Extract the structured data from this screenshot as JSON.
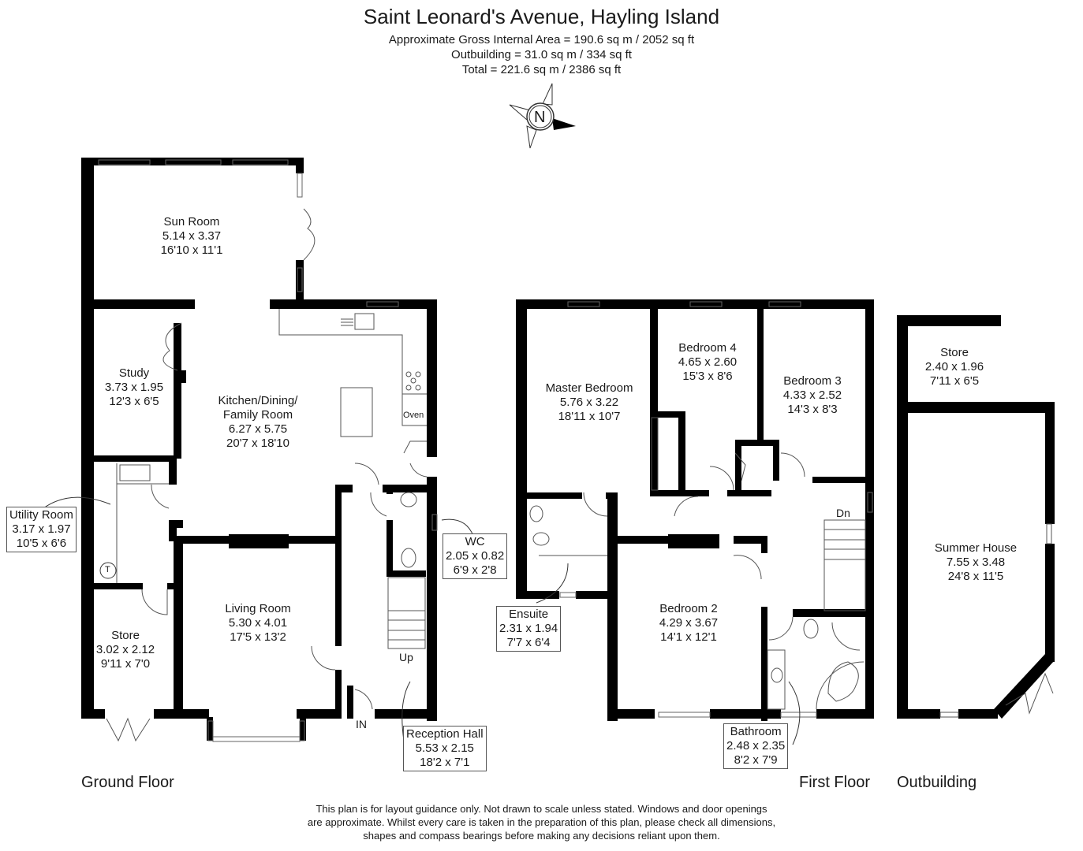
{
  "header": {
    "title": "Saint Leonard's Avenue, Hayling Island",
    "gross_internal_area": "Approximate Gross Internal Area = 190.6 sq m / 2052 sq ft",
    "outbuilding_area": "Outbuilding = 31.0 sq m / 334 sq ft",
    "total_area": "Total = 221.6 sq m / 2386 sq ft"
  },
  "compass": {
    "label": "N",
    "icon": "north-compass-icon"
  },
  "floors": {
    "ground": "Ground Floor",
    "first": "First Floor",
    "outbuilding": "Outbuilding"
  },
  "rooms": {
    "sun_room": {
      "name": "Sun Room",
      "metric": "5.14 x 3.37",
      "imperial": "16'10 x 11'1"
    },
    "study": {
      "name": "Study",
      "metric": "3.73 x 1.95",
      "imperial": "12'3 x 6'5"
    },
    "kitchen": {
      "name1": "Kitchen/Dining/",
      "name2": "Family Room",
      "metric": "6.27 x 5.75",
      "imperial": "20'7 x 18'10"
    },
    "utility": {
      "name": "Utility Room",
      "metric": "3.17 x 1.97",
      "imperial": "10'5 x 6'6"
    },
    "store_ground": {
      "name": "Store",
      "metric": "3.02 x 2.12",
      "imperial": "9'11 x 7'0"
    },
    "living": {
      "name": "Living Room",
      "metric": "5.30 x 4.01",
      "imperial": "17'5 x 13'2"
    },
    "wc": {
      "name": "WC",
      "metric": "2.05 x 0.82",
      "imperial": "6'9 x 2'8"
    },
    "reception": {
      "name": "Reception Hall",
      "metric": "5.53 x 2.15",
      "imperial": "18'2 x 7'1"
    },
    "master": {
      "name": "Master Bedroom",
      "metric": "5.76 x 3.22",
      "imperial": "18'11 x 10'7"
    },
    "bedroom4": {
      "name": "Bedroom 4",
      "metric": "4.65 x 2.60",
      "imperial": "15'3 x 8'6"
    },
    "bedroom3": {
      "name": "Bedroom 3",
      "metric": "4.33 x 2.52",
      "imperial": "14'3 x 8'3"
    },
    "bedroom2": {
      "name": "Bedroom 2",
      "metric": "4.29 x 3.67",
      "imperial": "14'1 x 12'1"
    },
    "ensuite": {
      "name": "Ensuite",
      "metric": "2.31 x 1.94",
      "imperial": "7'7 x 6'4"
    },
    "bathroom": {
      "name": "Bathroom",
      "metric": "2.48 x 2.35",
      "imperial": "8'2 x 7'9"
    },
    "store_out": {
      "name": "Store",
      "metric": "2.40 x 1.96",
      "imperial": "7'11 x 6'5"
    },
    "summer_house": {
      "name": "Summer House",
      "metric": "7.55 x 3.48",
      "imperial": "24'8 x 11'5"
    }
  },
  "annotations": {
    "oven": "Oven",
    "up": "Up",
    "down": "Dn",
    "entrance": "IN",
    "boiler": "T"
  },
  "disclaimer": {
    "line1": "This plan is for layout guidance only. Not drawn to scale unless stated. Windows and door openings",
    "line2": "are approximate. Whilst every care is taken in the preparation of this plan, please check all dimensions,",
    "line3": "shapes and compass bearings before making any decisions reliant upon them."
  }
}
